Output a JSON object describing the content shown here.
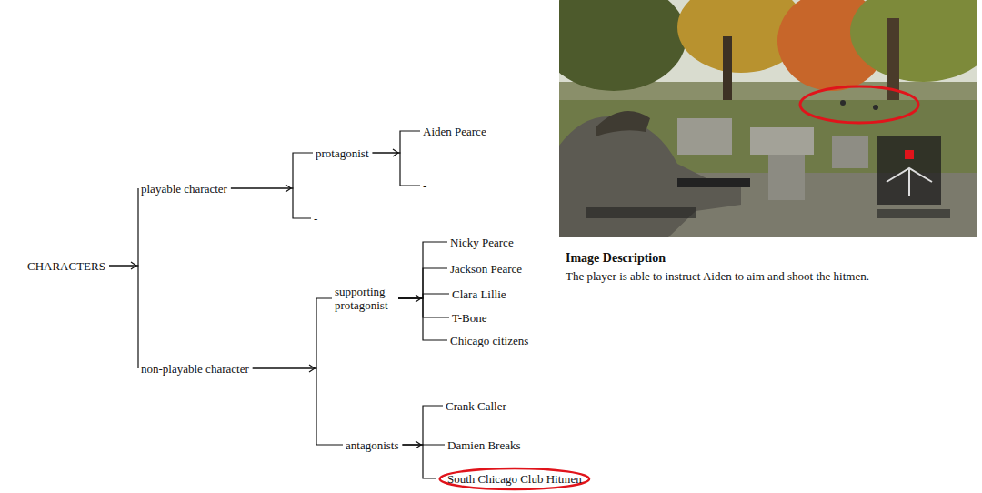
{
  "diagram": {
    "nodes": [
      {
        "text": [
          "CHARACTERS"
        ]
      },
      {
        "text": [
          "playable character"
        ]
      },
      {
        "text": [
          "protagonist"
        ]
      },
      {
        "text": [
          "Aiden Pearce"
        ]
      },
      {
        "text": [
          "-"
        ]
      },
      {
        "text": [
          "-"
        ]
      },
      {
        "text": [
          "non-playable character"
        ]
      },
      {
        "text": [
          "supporting protagonist"
        ]
      },
      {
        "text": [
          "Nicky Pearce"
        ]
      },
      {
        "text": [
          "Jackson Pearce"
        ]
      },
      {
        "text": [
          "Clara Lillie"
        ]
      },
      {
        "text": [
          "T-Bone"
        ]
      },
      {
        "text": [
          "Chicago citizens"
        ]
      },
      {
        "text": [
          "antagonists"
        ]
      },
      {
        "text": [
          "Crank Caller"
        ]
      },
      {
        "text": [
          "Damien Breaks"
        ]
      },
      {
        "text": [
          "South Chicago Club Hitmen"
        ]
      }
    ],
    "edges": [
      {
        "from": 0,
        "to": 1,
        "arrow": "none"
      },
      {
        "from": 0,
        "to": 6,
        "arrow": "none"
      },
      {
        "from": 1,
        "to": 2,
        "arrow": "none"
      },
      {
        "from": 1,
        "to": 5,
        "arrow": "none"
      },
      {
        "from": 2,
        "to": 3,
        "arrow": "none"
      },
      {
        "from": 2,
        "to": 4,
        "arrow": "none"
      },
      {
        "from": 6,
        "to": 7,
        "arrow": "none"
      },
      {
        "from": 6,
        "to": 13,
        "arrow": "none"
      },
      {
        "from": 7,
        "to": 8,
        "arrow": "none"
      },
      {
        "from": 7,
        "to": 9,
        "arrow": "none"
      },
      {
        "from": 7,
        "to": 10,
        "arrow": "none"
      },
      {
        "from": 7,
        "to": 11,
        "arrow": "none"
      },
      {
        "from": 7,
        "to": 12,
        "arrow": "none"
      },
      {
        "from": 13,
        "to": 14,
        "arrow": "none"
      },
      {
        "from": 13,
        "to": 15,
        "arrow": "none"
      },
      {
        "from": 13,
        "to": 16,
        "arrow": "none"
      }
    ],
    "labels": [
      "Image Description",
      "The player is able to instruct Aiden to aim and shoot the hitmen."
    ]
  }
}
